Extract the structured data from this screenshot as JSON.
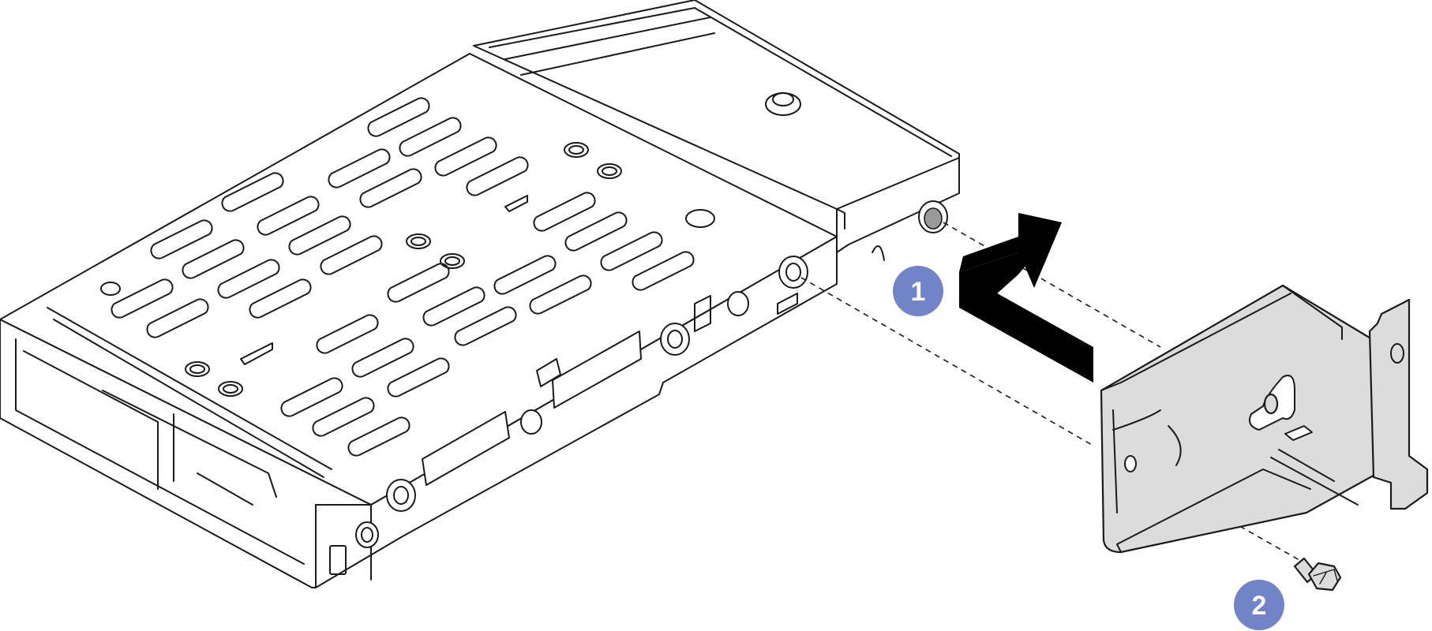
{
  "callouts": [
    {
      "id": "1",
      "label": "1"
    },
    {
      "id": "2",
      "label": "2"
    }
  ],
  "colors": {
    "callout_fill": "#7283c9",
    "line": "#1a1a1a",
    "bracket_fill": "#dcdcdc",
    "arrow_fill": "#000000",
    "background": "#ffffff"
  },
  "icons": {
    "drive_cage": "drive-cage-illustration",
    "bracket": "mounting-bracket-illustration",
    "arrow": "install-direction-arrow-icon",
    "screw": "screw-icon"
  }
}
